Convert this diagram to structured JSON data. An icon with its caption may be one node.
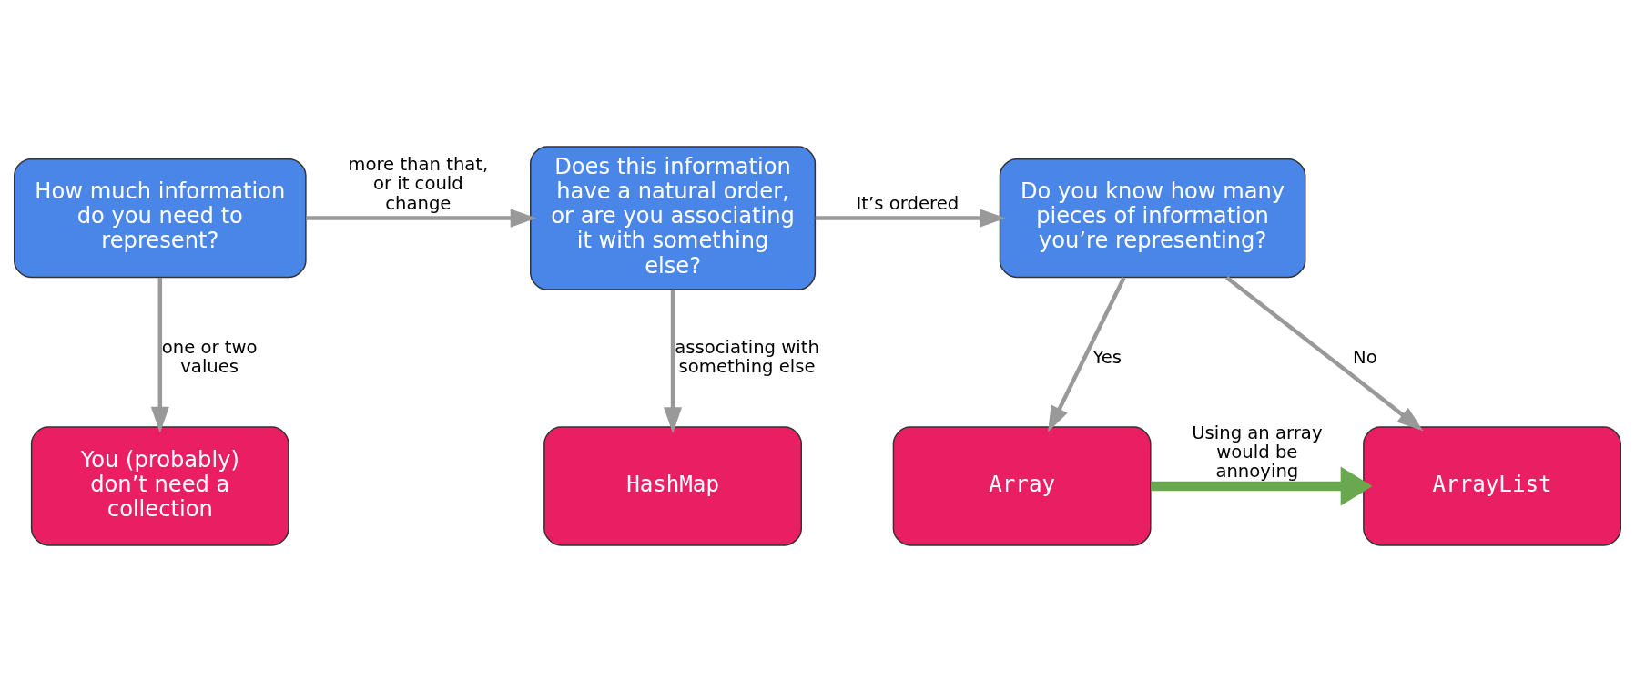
{
  "diagram": {
    "nodes": [
      {
        "text": [
          "How much information do you need to represent?"
        ]
      },
      {
        "text": [
          "Does this information have a natural order, or are you associating it with something else?"
        ]
      },
      {
        "text": [
          "Do you know how many pieces of information you’re representing?"
        ]
      },
      {
        "text": [
          "You (probably) don’t need a collection"
        ]
      },
      {
        "text": [
          "HashMap"
        ]
      },
      {
        "text": [
          "ArrayList"
        ]
      },
      {
        "text": [
          "Array"
        ]
      }
    ],
    "edges": [
      {
        "from": 0,
        "to": 1,
        "arrow": "to",
        "label": "more than that, or it could change"
      },
      {
        "from": 1,
        "to": 2,
        "arrow": "to",
        "label": "It’s ordered"
      },
      {
        "from": 0,
        "to": 3,
        "arrow": "to",
        "label": "one or two values"
      },
      {
        "from": 1,
        "to": 4,
        "arrow": "to",
        "label": "associating with something else"
      },
      {
        "from": 2,
        "to": 5,
        "arrow": "to",
        "label": "No"
      },
      {
        "from": 2,
        "to": 6,
        "arrow": "to",
        "label": "Yes"
      },
      {
        "from": 6,
        "to": 5,
        "arrow": "to",
        "label": "Using an array would be annoying",
        "style": "thick",
        "color": "#6aa84f"
      }
    ]
  }
}
